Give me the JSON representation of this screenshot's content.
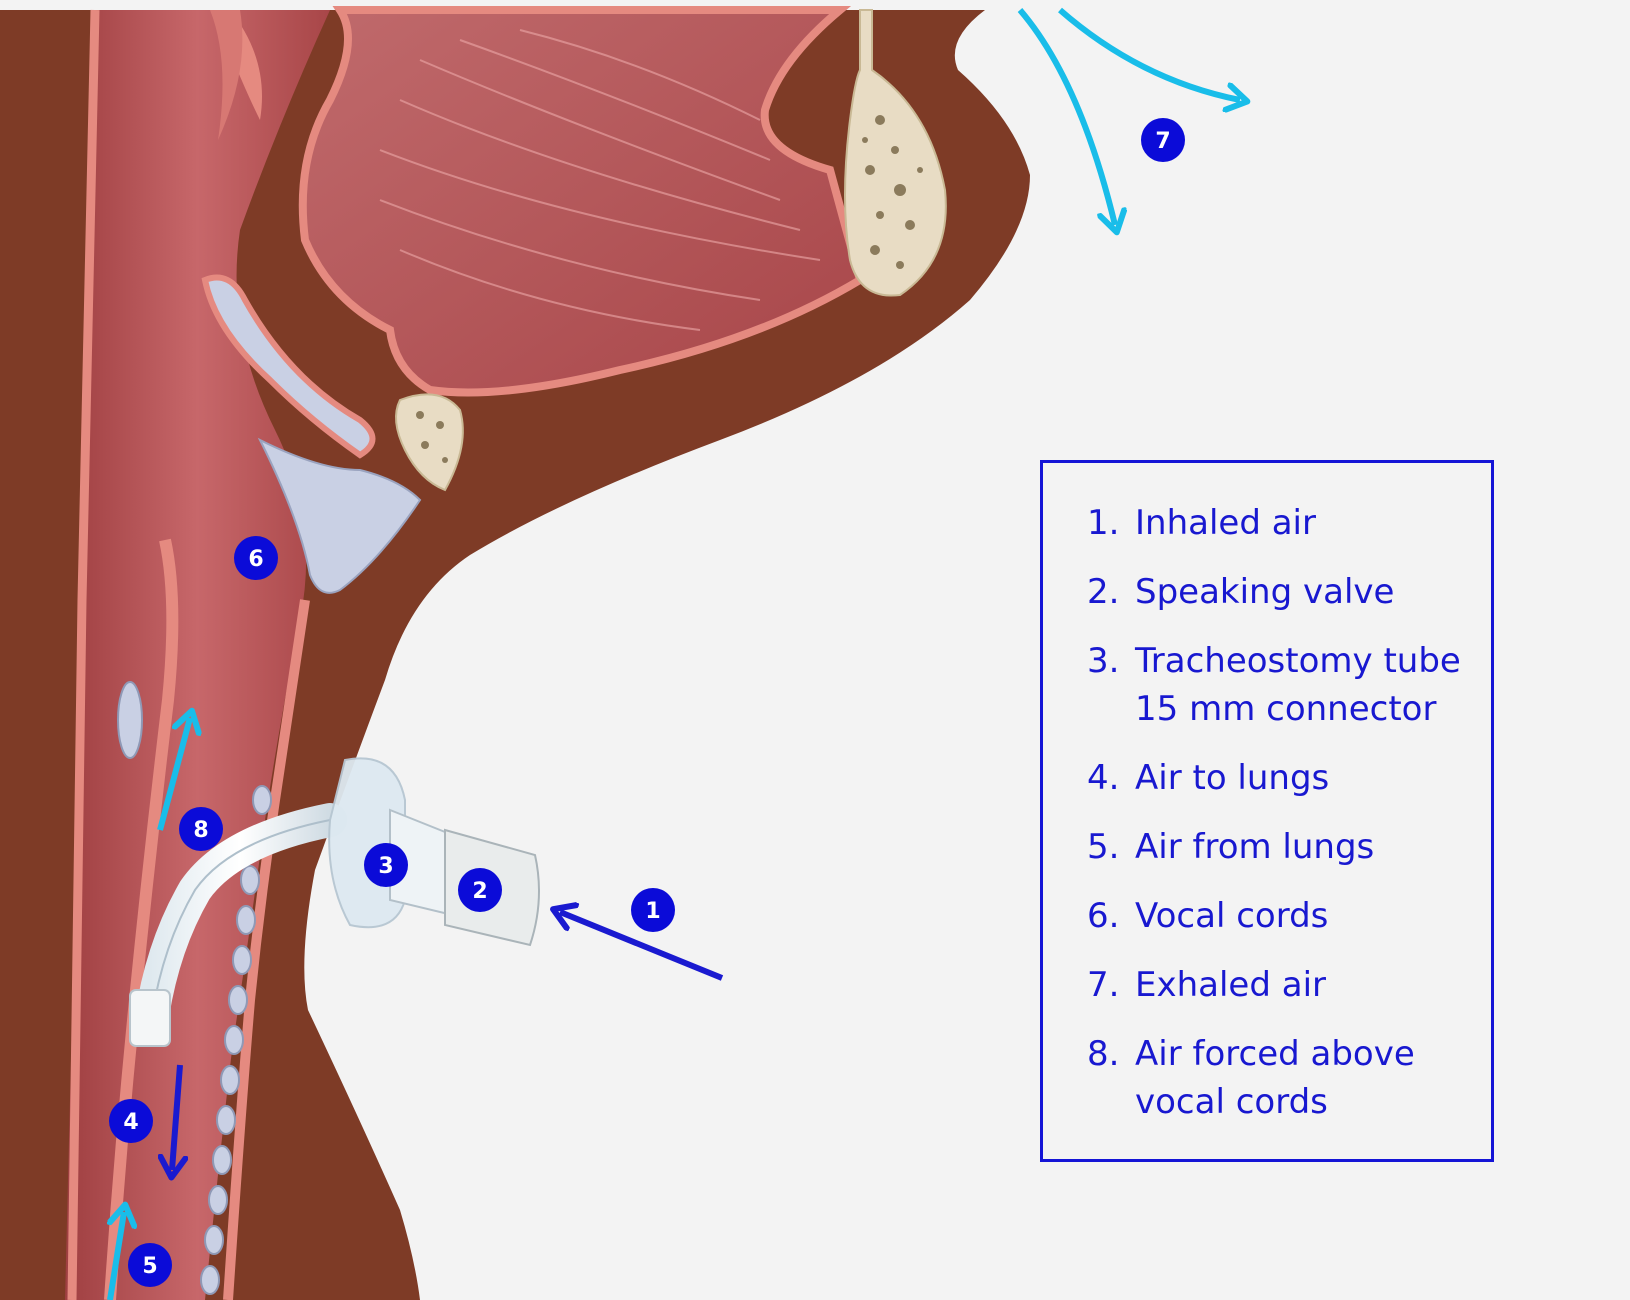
{
  "colors": {
    "background": "#f3f3f3",
    "legend_blue": "#1818d0",
    "marker_fill": "#0b0bd8",
    "arrow_dark_blue": "#1a1ad0",
    "arrow_light_blue": "#19bde9",
    "neck_skin": "#7e3b26",
    "tissue_red": "#b04a4c",
    "mucosa_pink": "#e58a80",
    "cartilage": "#c9d0e4",
    "bone": "#e8dcc4"
  },
  "markers": [
    "1",
    "2",
    "3",
    "4",
    "5",
    "6",
    "7",
    "8"
  ],
  "legend": {
    "items": [
      {
        "number": "1.",
        "text": "Inhaled air"
      },
      {
        "number": "2.",
        "text": "Speaking valve"
      },
      {
        "number": "3.",
        "text": "Tracheostomy tube 15 mm connector"
      },
      {
        "number": "4.",
        "text": "Air to lungs"
      },
      {
        "number": "5.",
        "text": "Air from lungs"
      },
      {
        "number": "6.",
        "text": "Vocal cords"
      },
      {
        "number": "7.",
        "text": "Exhaled air"
      },
      {
        "number": "8.",
        "text": "Air forced above vocal cords"
      }
    ]
  }
}
